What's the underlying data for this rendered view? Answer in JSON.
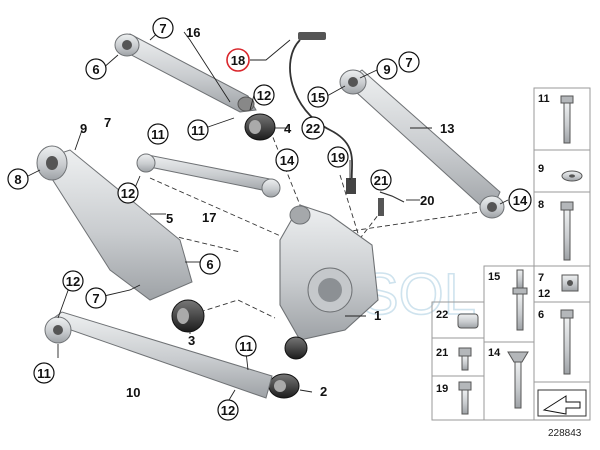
{
  "diagram_id": "228843",
  "watermark": "SOL",
  "callouts": {
    "c7a": "7",
    "c16": "16",
    "c6a": "6",
    "c18": "18",
    "c7b": "7",
    "c9a": "9",
    "c12a": "12",
    "c11a": "11",
    "c4": "4",
    "c22": "22",
    "c15": "15",
    "c13": "13",
    "c9b": "9",
    "c7c": "7",
    "c11b": "11",
    "c14a": "14",
    "c19": "19",
    "c8": "8",
    "c12b": "12",
    "c17": "17",
    "c21": "21",
    "c20": "20",
    "c14b": "14",
    "c5": "5",
    "c6b": "6",
    "c7d": "7",
    "c12c": "12",
    "c3": "3",
    "c1": "1",
    "c11c": "11",
    "c10": "10",
    "c11d": "11",
    "c12d": "12",
    "c2": "2"
  },
  "hardware_labels": {
    "h11": "11",
    "h9": "9",
    "h8": "8",
    "h15": "15",
    "h7": "7",
    "h12": "12",
    "h6": "6",
    "h22": "22",
    "h21": "21",
    "h14": "14",
    "h19": "19"
  },
  "colors": {
    "part_fill": "#d6d8da",
    "part_stroke": "#6f7275",
    "highlight_ring": "#d9262c",
    "panel_border": "#9a9a9a"
  }
}
